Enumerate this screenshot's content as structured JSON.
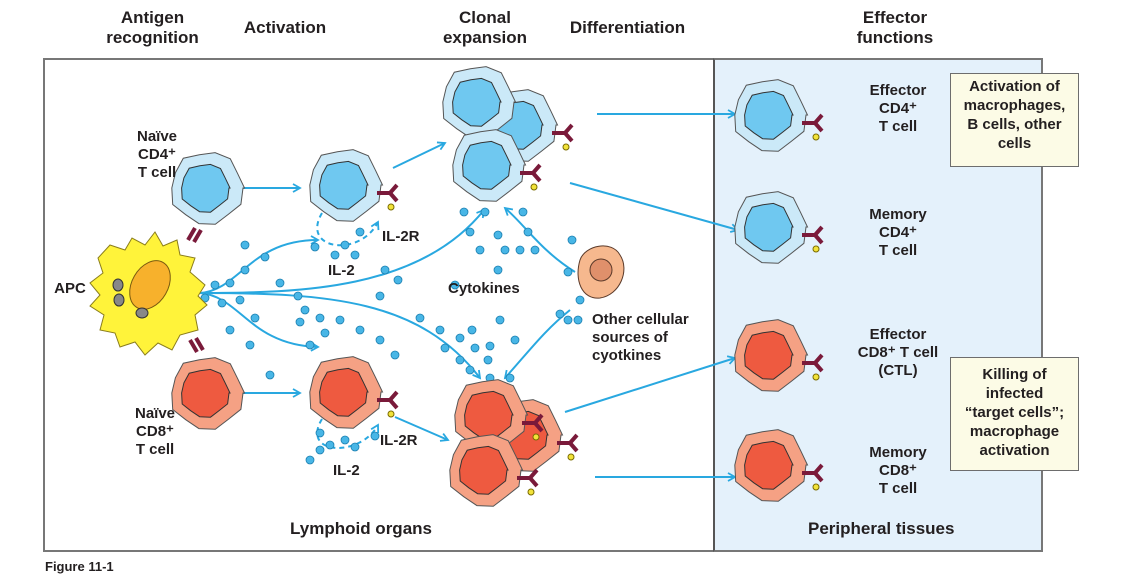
{
  "stages": [
    {
      "label_line1": "Antigen",
      "label_line2": "recognition"
    },
    {
      "label_line1": "Activation",
      "label_line2": ""
    },
    {
      "label_line1": "Clonal",
      "label_line2": "expansion"
    },
    {
      "label_line1": "Differentiation",
      "label_line2": ""
    },
    {
      "label_line1": "Effector",
      "label_line2": "functions"
    }
  ],
  "cells": {
    "apc": "APC",
    "naive_cd4": [
      "Naïve",
      "CD4⁺",
      "T cell"
    ],
    "naive_cd8": [
      "Naïve",
      "CD8⁺",
      "T cell"
    ],
    "effector_cd4": [
      "Effector",
      "CD4⁺",
      "T cell"
    ],
    "memory_cd4": [
      "Memory",
      "CD4⁺",
      "T cell"
    ],
    "effector_cd8": [
      "Effector",
      "CD8⁺ T cell",
      "(CTL)"
    ],
    "memory_cd8": [
      "Memory",
      "CD8⁺",
      "T cell"
    ],
    "other_sources": [
      "Other cellular",
      "sources of",
      "cyotkines"
    ]
  },
  "signals": {
    "il2r_top": "IL-2R",
    "il2_top": "IL-2",
    "il2r_bottom": "IL-2R",
    "il2_bottom": "IL-2",
    "cytokines": "Cytokines"
  },
  "functions": {
    "cd4_box": [
      "Activation of",
      "macrophages,",
      "B cells, other",
      "cells"
    ],
    "cd8_box": [
      "Killing of",
      "infected",
      "“target cells”;",
      "macrophage",
      "activation"
    ]
  },
  "regions": {
    "lymphoid": "Lymphoid organs",
    "peripheral": "Peripheral tissues"
  },
  "caption": "Figure 11-1",
  "colors": {
    "arrow": "#29a8e0",
    "cd4_outer": "#cbe9f8",
    "cd4_nucleus": "#6fc8f0",
    "cd8_outer": "#f5a184",
    "cd8_nucleus": "#ee5a40",
    "apc": "#fff33a",
    "apc_nucleus": "#f7b12c",
    "cytokine_dot": "#48b6e6",
    "receptor": "#7a1a3a",
    "panel_bg": "#e4f1fb",
    "box_bg": "#fcfbe6"
  }
}
